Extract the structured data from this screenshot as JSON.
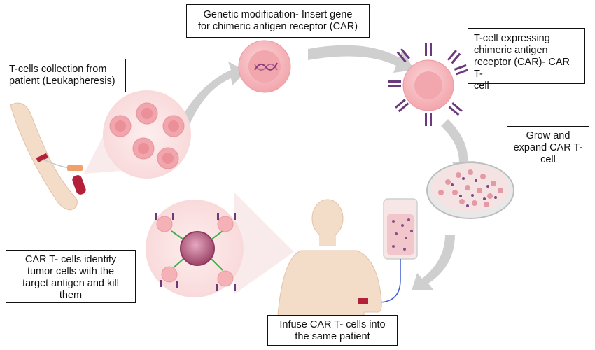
{
  "labels": {
    "collection": [
      "T-cells collection from",
      "patient (Leukapheresis)"
    ],
    "modification": [
      "Genetic modification- Insert gene",
      "for chimeric antigen receptor (CAR)"
    ],
    "expressing": [
      "T-cell expressing",
      "chimeric antigen",
      "receptor (CAR)- CAR T-",
      "cell"
    ],
    "grow": [
      "Grow and",
      "expand CAR T-",
      "cell"
    ],
    "identify": [
      "CAR T- cells identify",
      "tumor cells with the",
      "target antigen and kill",
      "them"
    ],
    "infuse": [
      "Infuse CAR T- cells into",
      "the same patient"
    ]
  },
  "colors": {
    "arrow": "#c8c8c8",
    "skin": "#f3dcc8",
    "cell_fill": "#f4a9ae",
    "cell_core": "#eb8f98",
    "receptor": "#6b3a7d",
    "zoom_bg": "#fbe5e6",
    "tumor": "#b45a7a",
    "blood": "#b3203a"
  },
  "icons": [
    "arm-blood-draw-icon",
    "blood-tube-icon",
    "dna-icon",
    "car-t-cell-icon",
    "petri-dish-icon",
    "iv-bag-icon",
    "patient-body-icon",
    "tumor-cell-icon"
  ]
}
